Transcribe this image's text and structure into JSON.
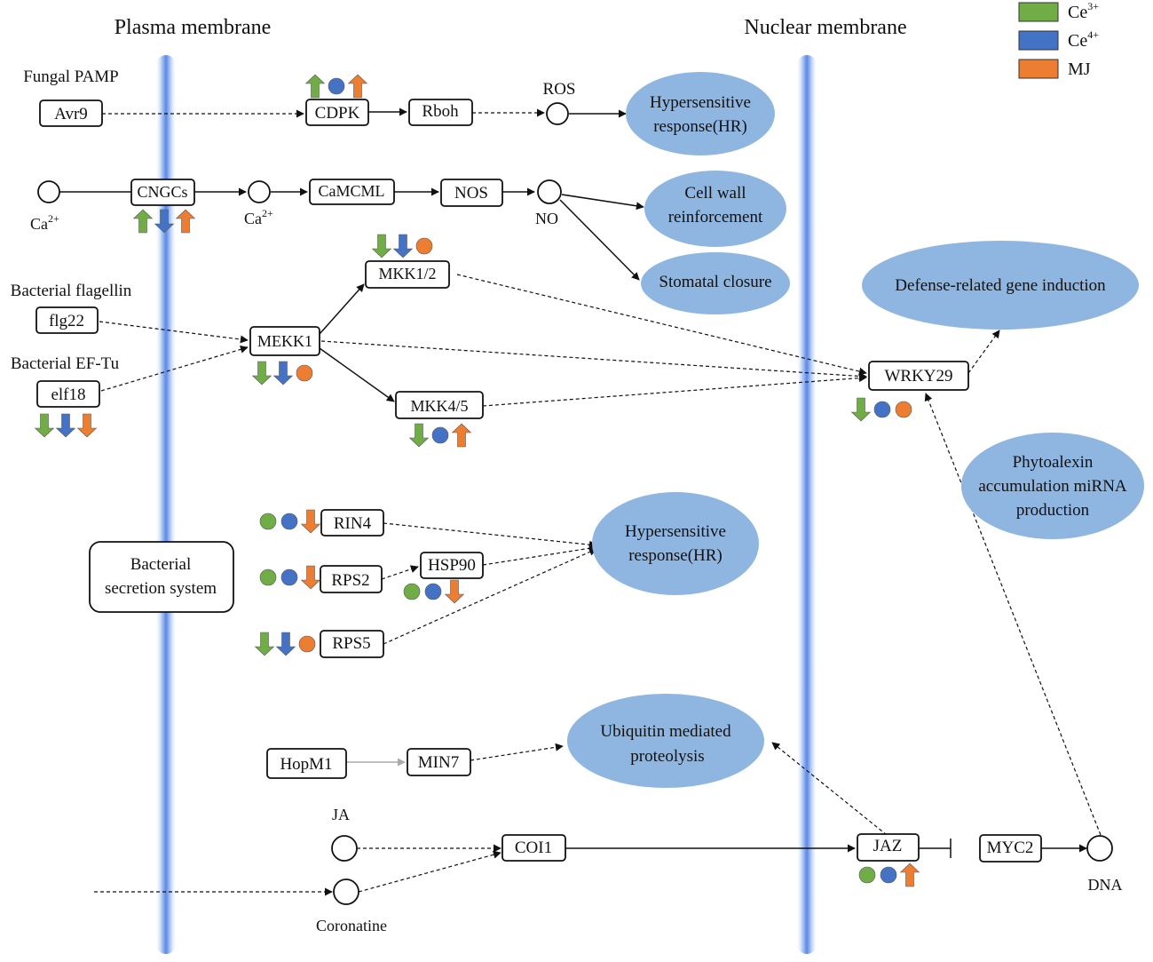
{
  "membranes": {
    "plasma_label": "Plasma membrane",
    "nuclear_label": "Nuclear membrane"
  },
  "legend": [
    {
      "base": "Ce",
      "sup": "3+",
      "color": "#70ad47"
    },
    {
      "base": "Ce",
      "sup": "4+",
      "color": "#4472c4"
    },
    {
      "base": "MJ",
      "sup": "",
      "color": "#ed7d31"
    }
  ],
  "colors": {
    "green": "#70ad47",
    "blue": "#4472c4",
    "orange": "#ed7d31",
    "ellipse": "#8fb6e0"
  },
  "source_labels": {
    "fungal_pamp": "Fungal PAMP",
    "bacterial_flagellin": "Bacterial flagellin",
    "bacterial_ef_tu": "Bacterial EF-Tu",
    "ros": "ROS",
    "ca_left": {
      "base": "Ca",
      "sup": "2+"
    },
    "ca_mid": {
      "base": "Ca",
      "sup": "2+"
    },
    "no": "NO",
    "ja": "JA",
    "coronatine": "Coronatine",
    "dna": "DNA"
  },
  "genes": {
    "avr9": "Avr9",
    "cdpk": "CDPK",
    "rboh": "Rboh",
    "cngcs": "CNGCs",
    "camcml": "CaMCML",
    "nos": "NOS",
    "flg22": "flg22",
    "elf18": "elf18",
    "mekk1": "MEKK1",
    "mkk12": "MKK1/2",
    "mkk45": "MKK4/5",
    "wrky29": "WRKY29",
    "rin4": "RIN4",
    "rps2": "RPS2",
    "hsp90": "HSP90",
    "rps5": "RPS5",
    "hopm1": "HopM1",
    "min7": "MIN7",
    "coi1": "COI1",
    "jaz": "JAZ",
    "myc2": "MYC2"
  },
  "system_box": {
    "line1": "Bacterial",
    "line2": "secretion system"
  },
  "responses": {
    "hr_top": {
      "line1": "Hypersensitive",
      "line2": "response(HR)"
    },
    "cell_wall": {
      "line1": "Cell wall",
      "line2": "reinforcement"
    },
    "stomatal": {
      "line1": "Stomatal closure"
    },
    "defense": {
      "line1": "Defense-related gene induction"
    },
    "phytoalexin": {
      "line1": "Phytoalexin",
      "line2": "accumulation miRNA",
      "line3": "production"
    },
    "hr_mid": {
      "line1": "Hypersensitive",
      "line2": "response(HR)"
    },
    "ubiquitin": {
      "line1": "Ubiquitin mediated",
      "line2": "proteolysis"
    }
  },
  "expression": {
    "cdpk": [
      "up",
      "none",
      "up"
    ],
    "cngcs": [
      "up",
      "down",
      "up"
    ],
    "mkk12": [
      "down",
      "down",
      "none"
    ],
    "mekk1": [
      "down",
      "down",
      "none"
    ],
    "elf18": [
      "down",
      "down",
      "down"
    ],
    "mkk45": [
      "down",
      "none",
      "up"
    ],
    "wrky29": [
      "down",
      "none",
      "none"
    ],
    "rin4": [
      "none",
      "none",
      "down"
    ],
    "rps2": [
      "none",
      "none",
      "down"
    ],
    "hsp90": [
      "none",
      "none",
      "down"
    ],
    "rps5": [
      "down",
      "down",
      "none"
    ],
    "jaz": [
      "none",
      "none",
      "up"
    ]
  }
}
